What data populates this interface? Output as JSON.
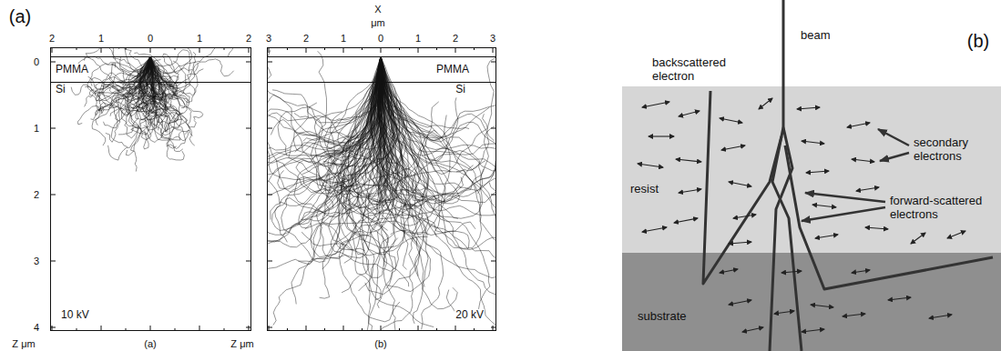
{
  "diagram": {
    "nodes": [
      {
        "text": [
          "10 kV"
        ]
      },
      {
        "text": [
          "PMMA"
        ],
        "in": 0
      },
      {
        "text": [
          "Si"
        ],
        "in": 0
      },
      {
        "text": [
          "20 kV"
        ]
      },
      {
        "text": [
          "PMMA"
        ],
        "in": 3
      },
      {
        "text": [
          "Si"
        ],
        "in": 3
      },
      {
        "text": [
          "resist"
        ]
      },
      {
        "text": [
          "substrate"
        ]
      }
    ],
    "labels": [
      "(a)",
      "X",
      "μm",
      "(b)",
      "2",
      "1",
      "0",
      "1",
      "2",
      "3",
      "2",
      "1",
      "0",
      "1",
      "2",
      "3",
      "0",
      "1",
      "2",
      "3",
      "4",
      "Z μm",
      "(a)",
      "Z μm",
      "(b)",
      "beam",
      "backscattered electron",
      "secondary electrons",
      "forward-scattered electrons"
    ]
  }
}
